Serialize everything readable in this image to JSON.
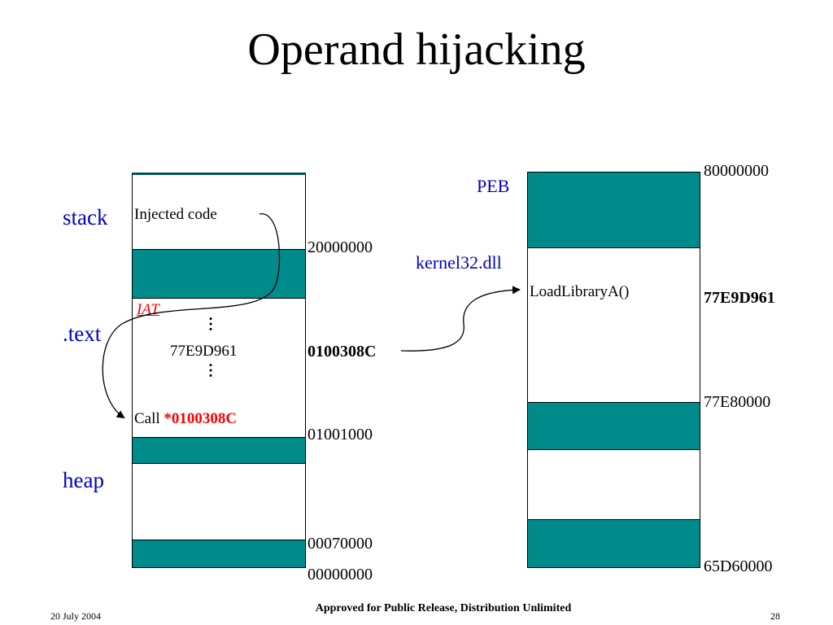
{
  "slide": {
    "title": "Operand hijacking",
    "footer_date": "20 July 2004",
    "footer_center": "Approved for Public Release, Distribution Unlimited",
    "page_number": "28"
  },
  "left_memory": {
    "regions": {
      "stack": "stack",
      "text": ".text",
      "heap": "heap"
    },
    "injected_code": "Injected code",
    "iat_label": "IAT",
    "dots": "…",
    "iat_entry": "77E9D961",
    "call_prefix": "Call ",
    "call_operand": "*0100308C",
    "addresses": {
      "a20000000": "20000000",
      "a0100308C": "0100308C",
      "a01001000": "01001000",
      "a00070000": "00070000",
      "a00000000": "00000000"
    }
  },
  "right_memory": {
    "peb": "PEB",
    "kernel32": "kernel32.dll",
    "loadlibrary": "LoadLibraryA()",
    "addresses": {
      "a80000000": "80000000",
      "a77E9D961": "77E9D961",
      "a77E80000": "77E80000",
      "a65D60000": "65D60000"
    }
  },
  "colors": {
    "fill": "#008b8b",
    "region_label": "#0000cc",
    "highlight": "#ff0000"
  }
}
